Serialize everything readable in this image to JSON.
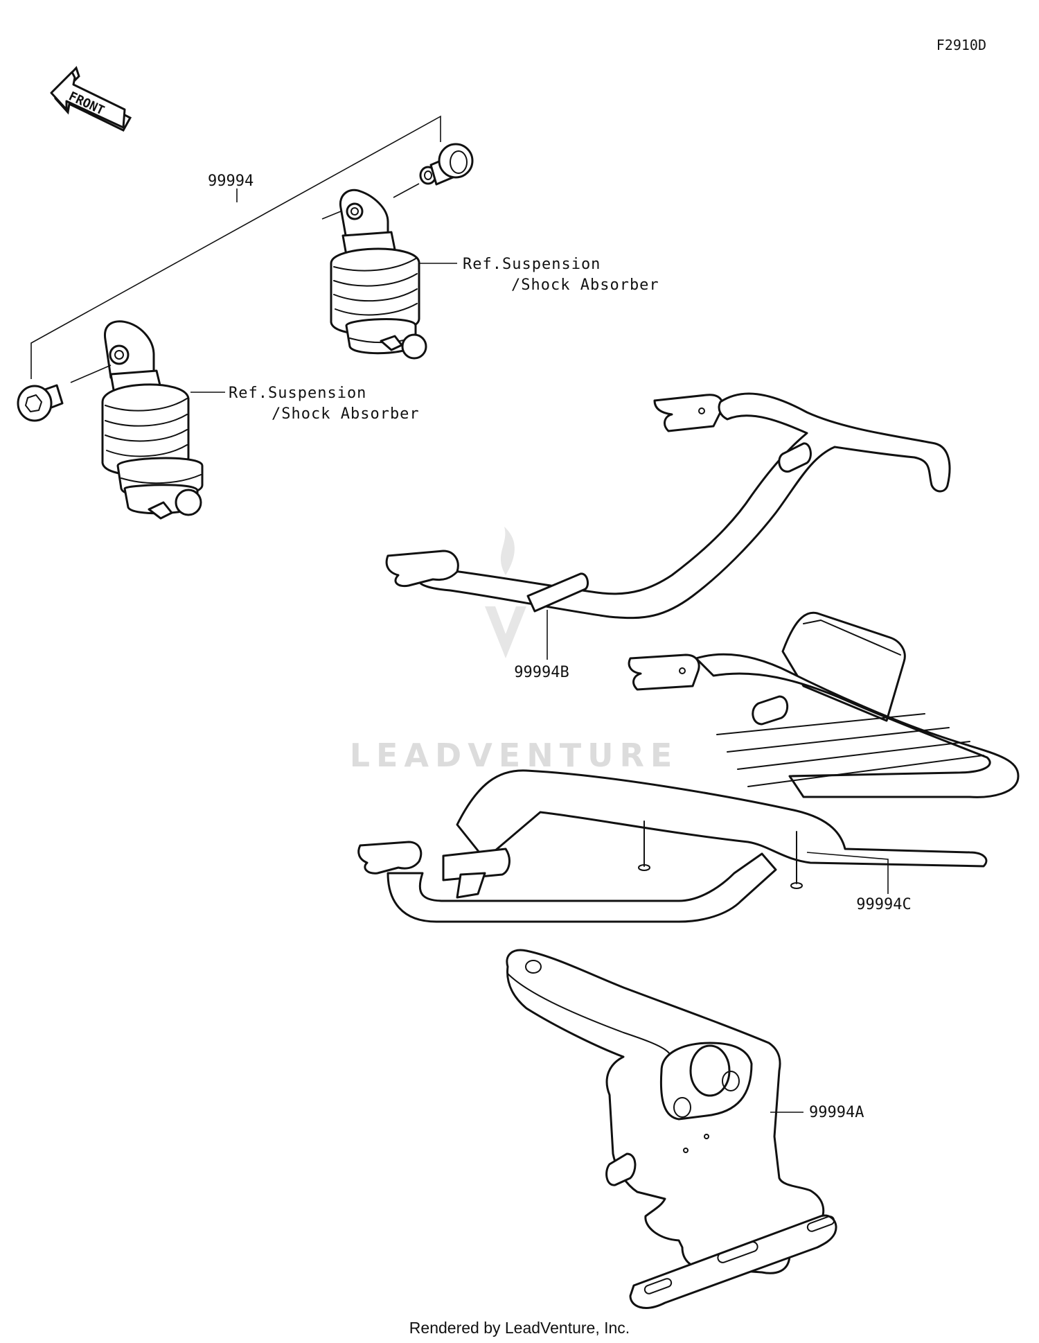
{
  "diagram_code": "F2910D",
  "front_label": "FRONT",
  "parts": {
    "kit": "99994",
    "rear_bar": "99994B",
    "rear_carrier": "99994C",
    "plate_bracket": "99994A"
  },
  "references": {
    "upper_line1": "Ref.Suspension",
    "upper_line2": "/Shock Absorber",
    "lower_line1": "Ref.Suspension",
    "lower_line2": "/Shock Absorber"
  },
  "watermark": "LEADVENTURE",
  "footer": "Rendered by LeadVenture, Inc."
}
